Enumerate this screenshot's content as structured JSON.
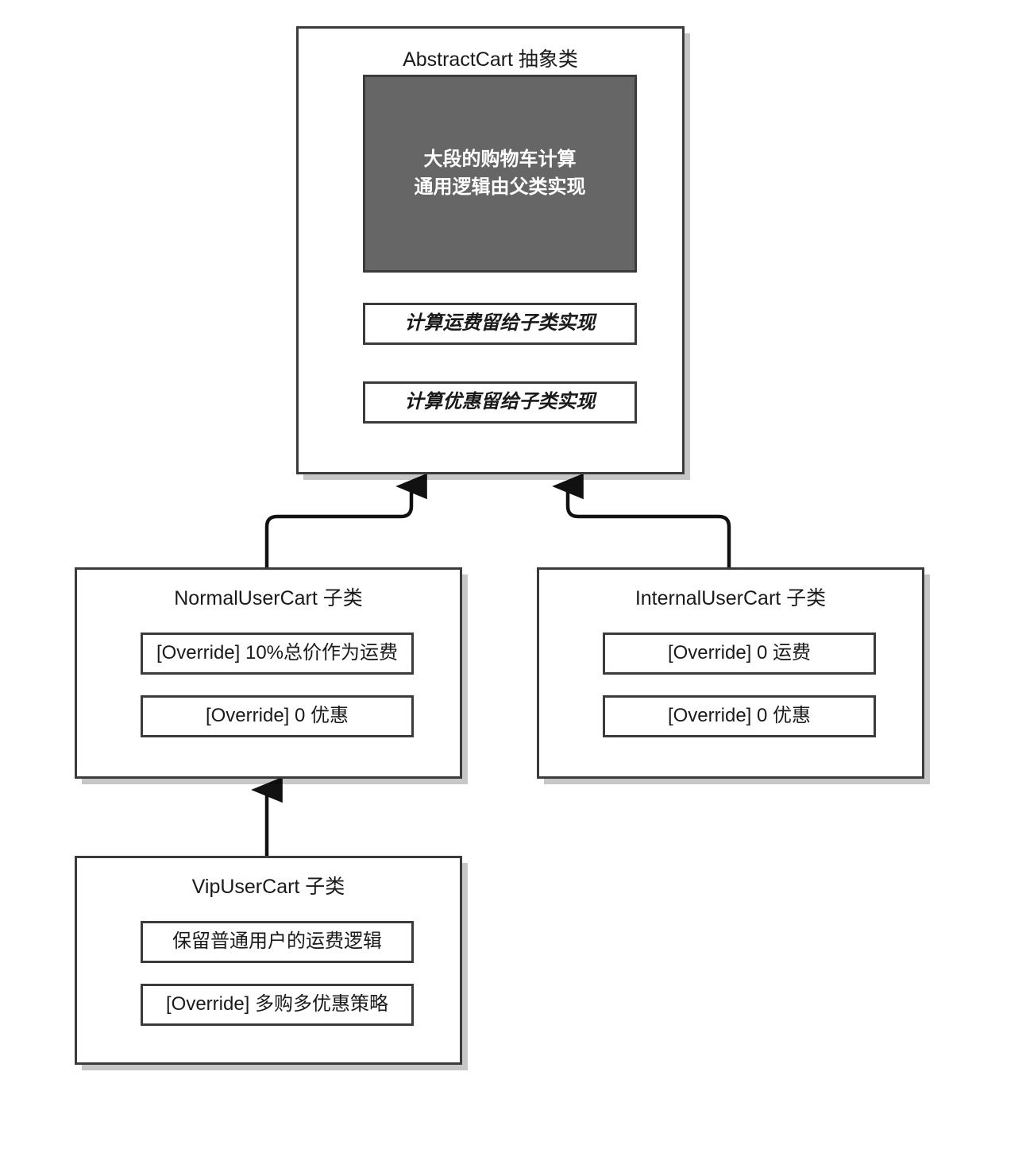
{
  "diagram": {
    "type": "uml-class-diagram",
    "background_color": "#ffffff",
    "border_color": "#3b3b3b",
    "bulk_fill_color": "#666666",
    "bulk_text_color": "#ffffff",
    "text_color": "#1a1a1a"
  },
  "classes": {
    "abstract_cart": {
      "title": "AbstractCart 抽象类",
      "bulk_block": {
        "line1": "大段的购物车计算",
        "line2": "通用逻辑由父类实现"
      },
      "members": [
        {
          "label": "计算运费留给子类实现",
          "style": "abstract"
        },
        {
          "label": "计算优惠留给子类实现",
          "style": "abstract"
        }
      ]
    },
    "normal_user_cart": {
      "title": "NormalUserCart 子类",
      "members": [
        {
          "label": "[Override] 10%总价作为运费",
          "style": "normal"
        },
        {
          "label": "[Override] 0 优惠",
          "style": "normal"
        }
      ]
    },
    "internal_user_cart": {
      "title": "InternalUserCart 子类",
      "members": [
        {
          "label": "[Override] 0 运费",
          "style": "normal"
        },
        {
          "label": "[Override] 0 优惠",
          "style": "normal"
        }
      ]
    },
    "vip_user_cart": {
      "title": "VipUserCart 子类",
      "members": [
        {
          "label": "保留普通用户的运费逻辑",
          "style": "normal"
        },
        {
          "label": "[Override] 多购多优惠策略",
          "style": "normal"
        }
      ]
    }
  },
  "edges": [
    {
      "from": "normal_user_cart",
      "to": "abstract_cart",
      "kind": "inheritance",
      "arrow": "filled-triangle"
    },
    {
      "from": "internal_user_cart",
      "to": "abstract_cart",
      "kind": "inheritance",
      "arrow": "filled-triangle"
    },
    {
      "from": "vip_user_cart",
      "to": "normal_user_cart",
      "kind": "inheritance",
      "arrow": "filled-triangle"
    }
  ]
}
